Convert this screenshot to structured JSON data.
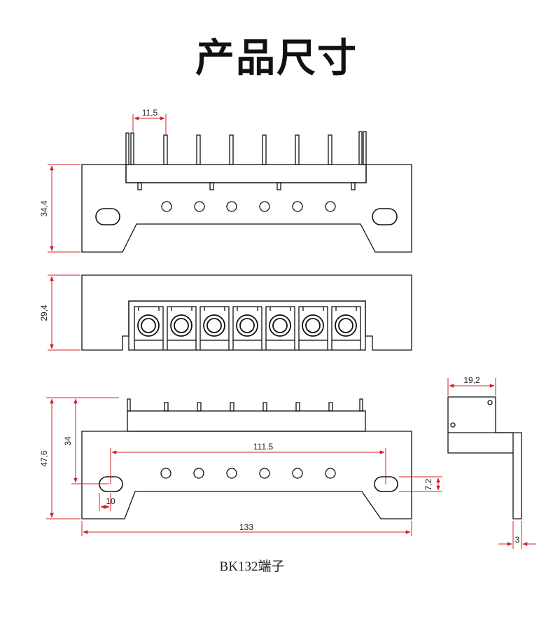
{
  "title": "产品尺寸",
  "caption": "BK132端子",
  "dimensions": {
    "pitch_top": "11,5",
    "height_top": "34,4",
    "height_mid": "29,4",
    "height_total": "47,6",
    "height_hole": "34",
    "hole_spacing": "111.5",
    "hole_offset": "10",
    "hole_height": "7,2",
    "length": "133",
    "side_width": "19,2",
    "thickness": "3"
  },
  "colors": {
    "outline": "#111111",
    "dimension": "#d3202a"
  }
}
